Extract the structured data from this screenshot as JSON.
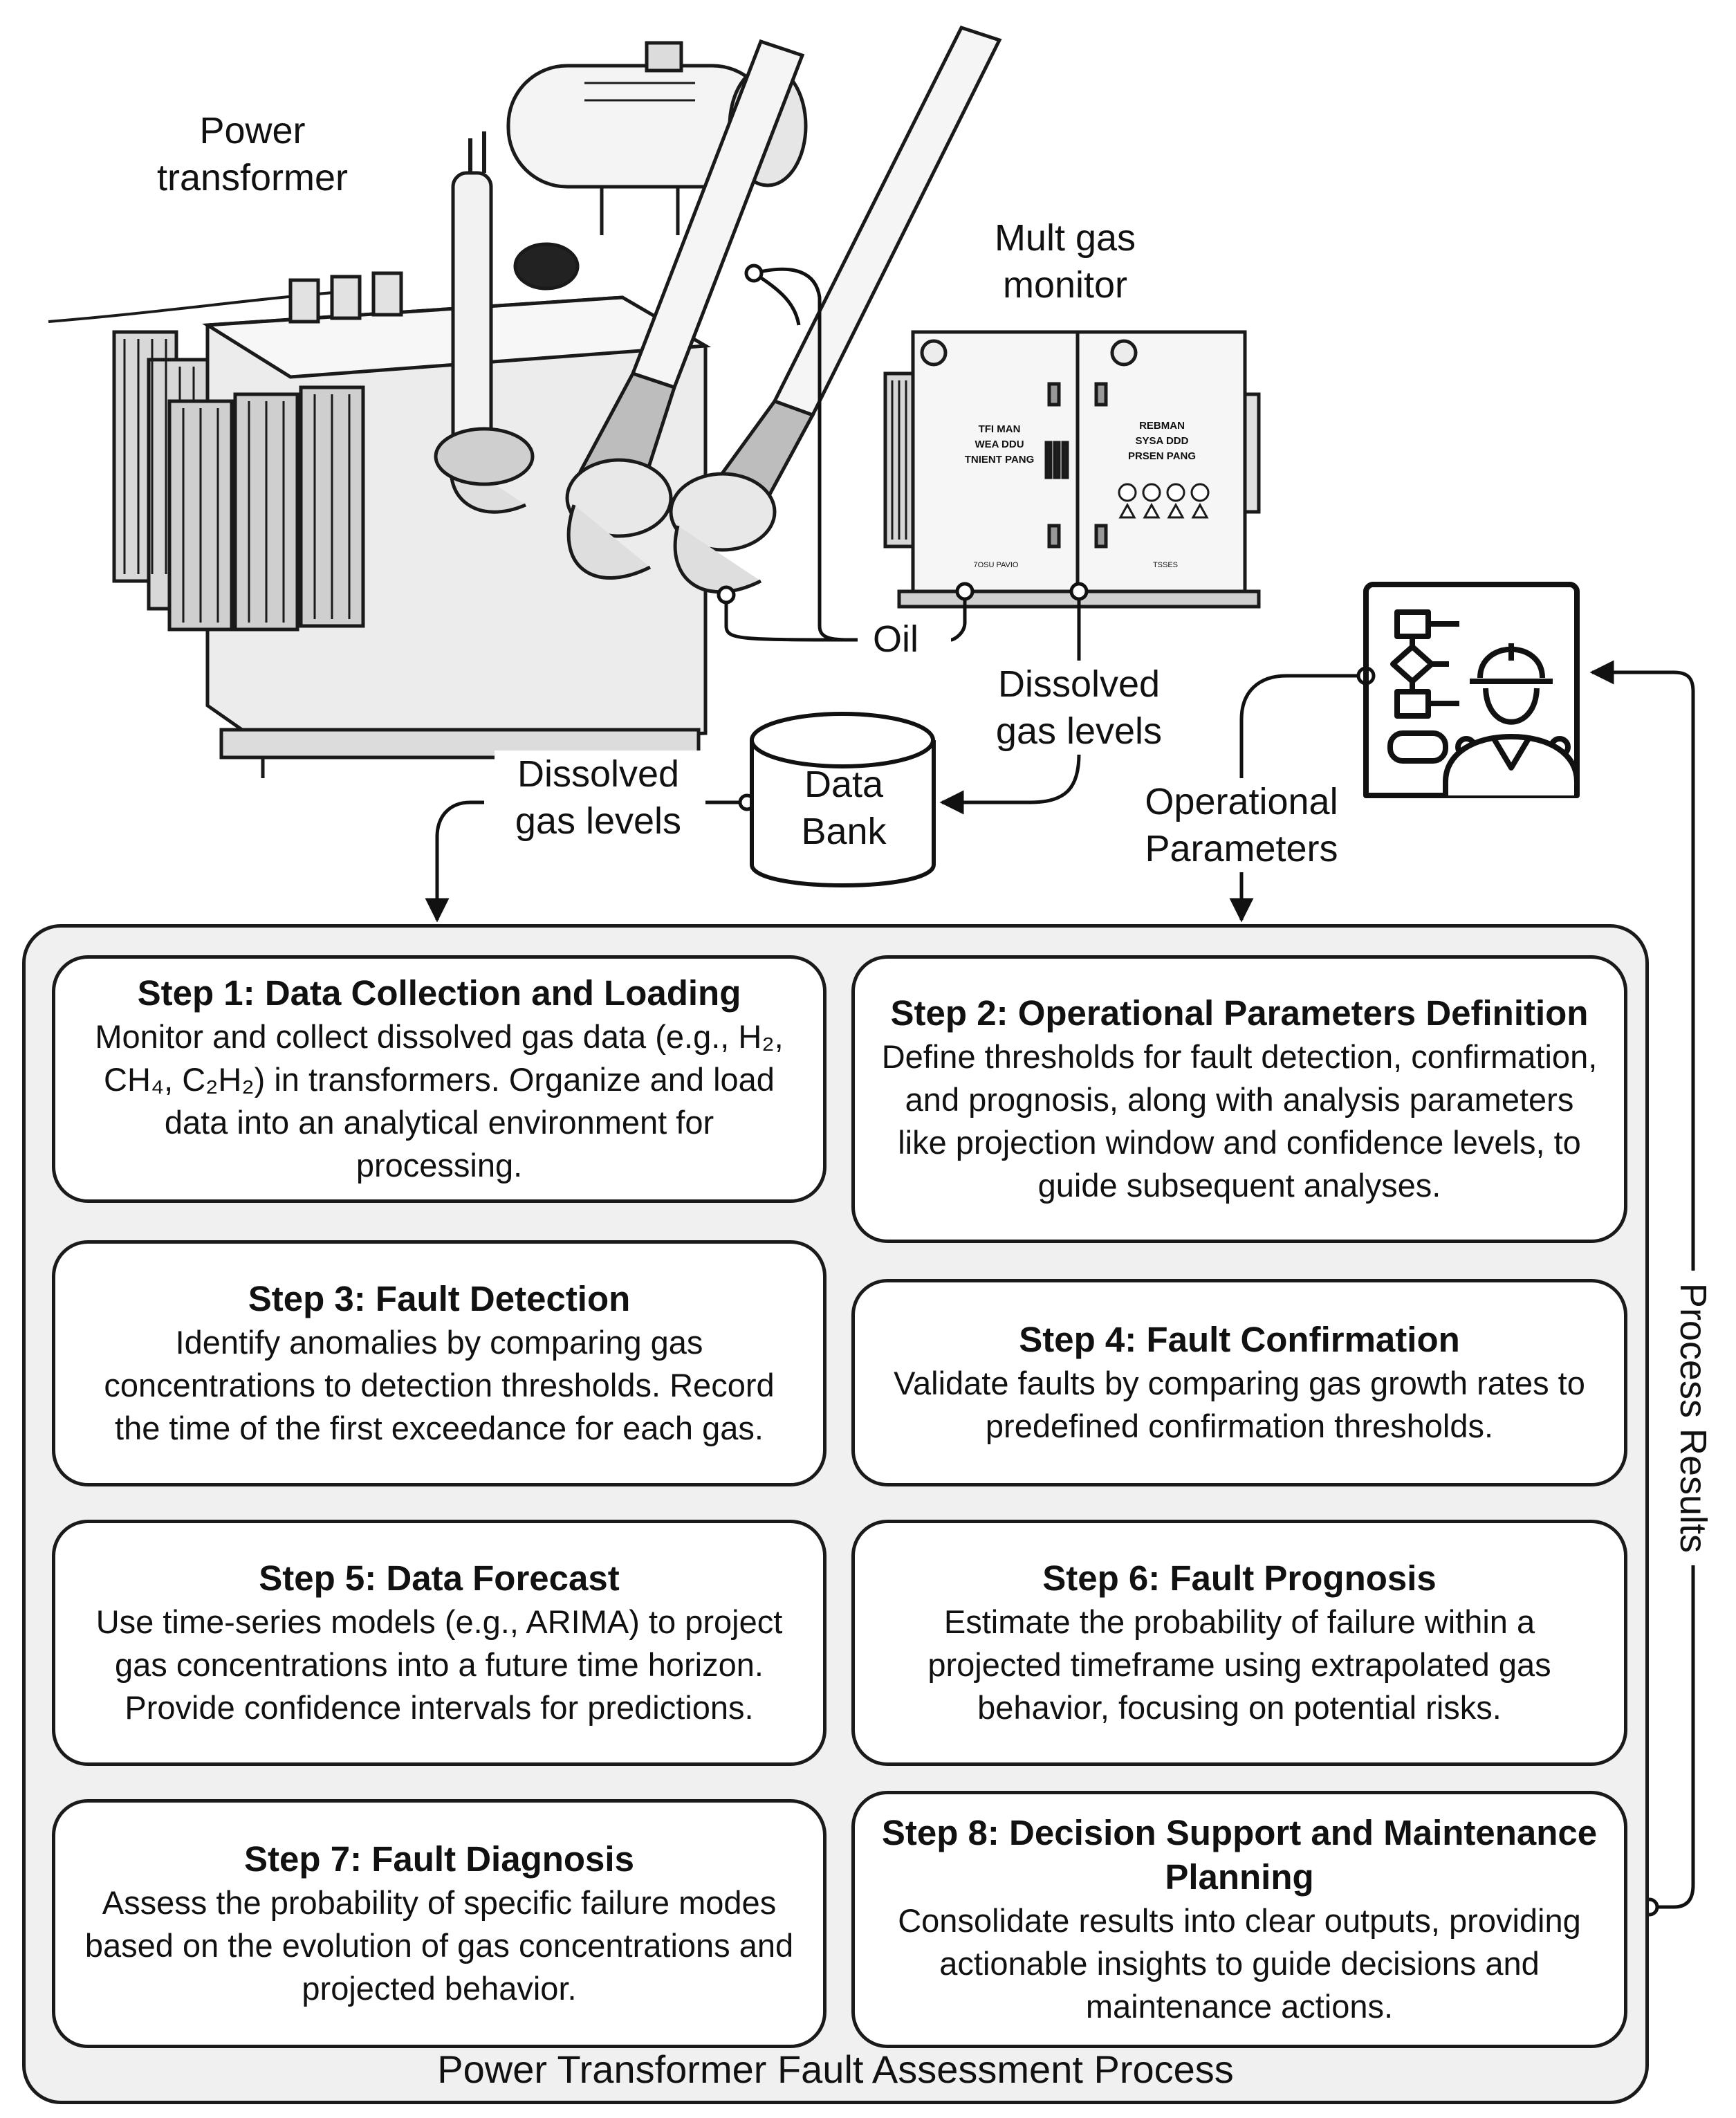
{
  "labels": {
    "power_transformer": "Power\ntransformer",
    "gas_monitor": "Mult gas\nmonitor",
    "oil": "Oil",
    "dissolved_right": "Dissolved\ngas levels",
    "dissolved_left": "Dissolved\ngas levels",
    "data_bank": "Data\nBank",
    "operational": "Operational\nParameters",
    "process_results": "Process Results"
  },
  "monitor_panel": {
    "left_text": "TFI MAN\nWEA DDU\nTNIENT PANG",
    "right_text": "REBMAN\nSYSA DDD\nPRSEN PANG",
    "left_foot": "7OSU PAVIO",
    "right_foot": "TSSES"
  },
  "process": {
    "title": "Power Transformer Fault Assessment Process",
    "steps": [
      {
        "title": "Step 1: Data Collection and Loading",
        "desc": "Monitor and collect dissolved gas data (e.g., H₂, CH₄, C₂H₂) in transformers. Organize and load data into an analytical environment for processing."
      },
      {
        "title": "Step 2: Operational Parameters Definition",
        "desc": "Define thresholds for fault detection, confirmation, and prognosis, along with analysis parameters like projection window and confidence levels, to guide subsequent analyses."
      },
      {
        "title": "Step 3: Fault Detection",
        "desc": "Identify anomalies by comparing gas concentrations to detection thresholds. Record the time of the first exceedance for each gas."
      },
      {
        "title": "Step 4: Fault Confirmation",
        "desc": "Validate faults by comparing gas growth rates to predefined confirmation thresholds."
      },
      {
        "title": "Step 5: Data Forecast",
        "desc": "Use time-series models (e.g., ARIMA) to project gas concentrations into a future time horizon. Provide confidence intervals for predictions."
      },
      {
        "title": "Step 6: Fault Prognosis",
        "desc": "Estimate the probability of failure within a projected timeframe using extrapolated gas behavior, focusing on potential risks."
      },
      {
        "title": "Step 7: Fault Diagnosis",
        "desc": "Assess the probability of specific failure modes based on the evolution of gas concentrations and projected behavior."
      },
      {
        "title": "Step 8: Decision Support and Maintenance Planning",
        "desc": "Consolidate results into clear outputs, providing actionable insights to guide decisions and maintenance actions."
      }
    ]
  }
}
